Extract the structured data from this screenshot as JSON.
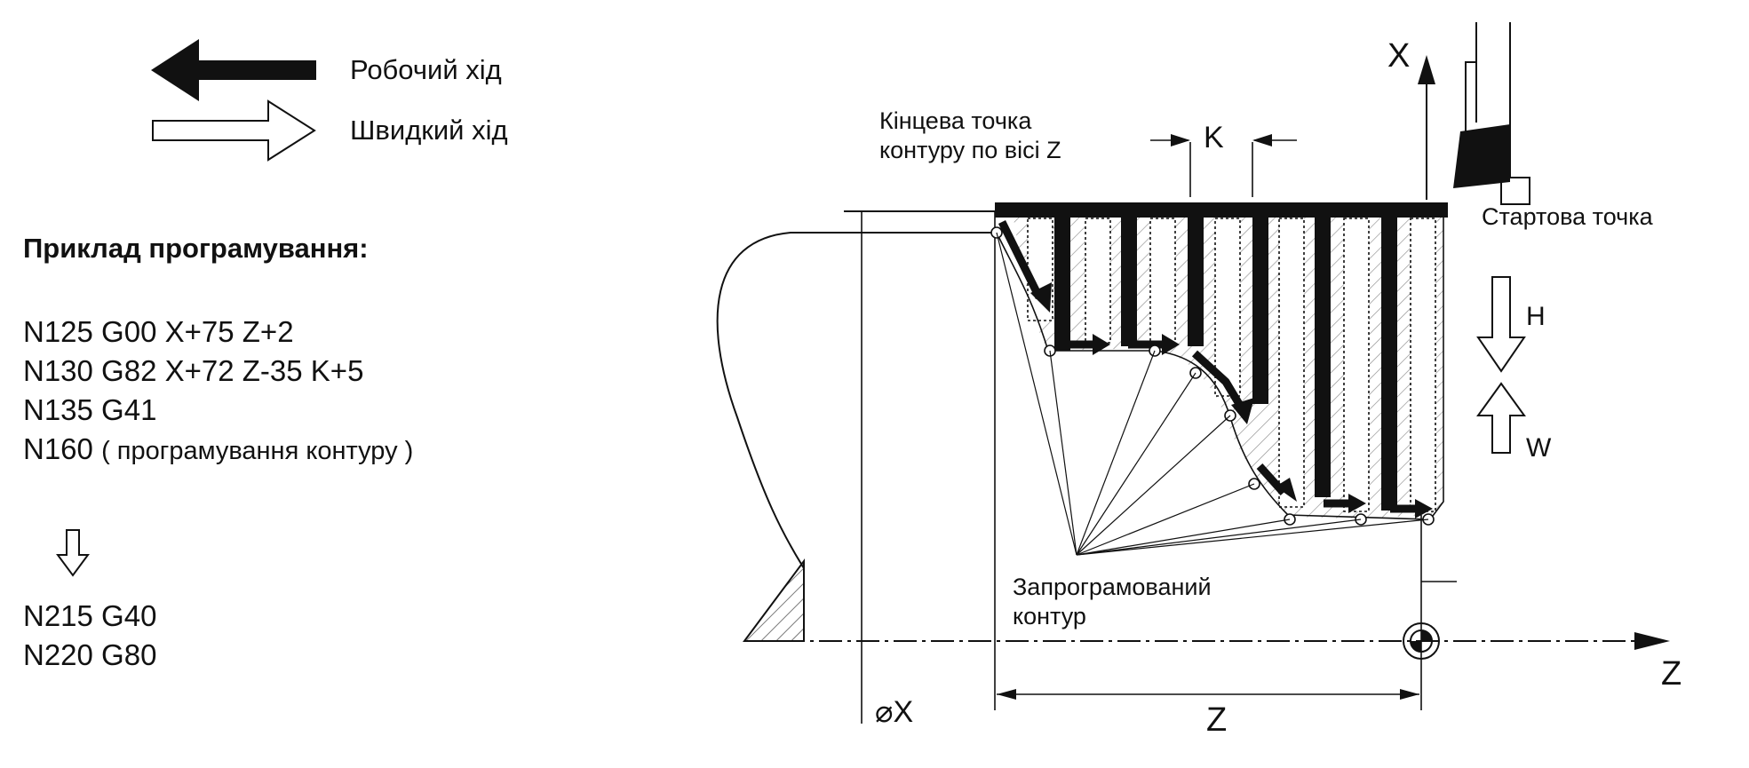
{
  "legend": {
    "work_feed": {
      "label": "Робочий хід",
      "icon": "filled-arrow-left-icon"
    },
    "rapid_traverse": {
      "label": "Швидкий хід",
      "icon": "hollow-arrow-right-icon"
    }
  },
  "program": {
    "heading": "Приклад програмування:",
    "lines": [
      "N125 G00 X+75 Z+2",
      "N130 G82 X+72 Z-35 K+5",
      "N135 G41"
    ],
    "line_contour_block": "N160",
    "line_contour_comment": "( програмування контуру )",
    "continuation_icon": "hollow-arrow-down-icon",
    "end_lines": [
      "N215 G40",
      "N220 G80"
    ]
  },
  "diagram": {
    "end_point_label_line1": "Кінцева точка",
    "end_point_label_line2": "контуру по вісі Z",
    "k_label": "K",
    "start_point_label": "Стартова точка",
    "h_label": "H",
    "w_label": "W",
    "contour_label_line1": "Запрограмований",
    "contour_label_line2": "контур",
    "axis_x_label": "X",
    "axis_z_label": "Z",
    "dim_z_label": "Z",
    "dim_diameter_label": "⌀X"
  }
}
